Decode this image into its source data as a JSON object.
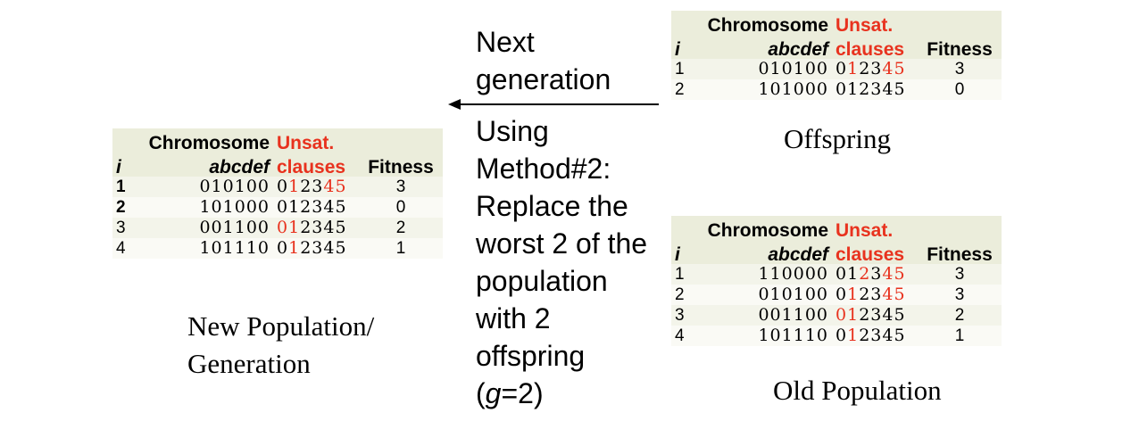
{
  "labels": {
    "next_generation": [
      "Next",
      "generation"
    ],
    "method": [
      "Using",
      "Method#2:",
      "Replace the",
      "worst 2 of the",
      "population",
      "with 2",
      "offspring"
    ],
    "g_open": "(",
    "g_var": "g",
    "g_rest": "=2)"
  },
  "headers": {
    "i": "i",
    "chromosome": "Chromosome",
    "abcdef": "abcdef",
    "unsat_1": "Unsat.",
    "unsat_2": "clauses",
    "fitness": "Fitness"
  },
  "offspring": {
    "caption": "Offspring",
    "rows": [
      {
        "i": "1",
        "chromosome": "010100",
        "clauses": [
          [
            "0",
            false
          ],
          [
            "1",
            true
          ],
          [
            "23",
            false
          ],
          [
            "45",
            true
          ]
        ],
        "fitness": "3"
      },
      {
        "i": "2",
        "chromosome": "101000",
        "clauses": [
          [
            "012345",
            false
          ]
        ],
        "fitness": "0"
      }
    ]
  },
  "old_population": {
    "caption": "Old Population",
    "rows": [
      {
        "i": "1",
        "chromosome": "110000",
        "clauses": [
          [
            "01",
            false
          ],
          [
            "2",
            true
          ],
          [
            "3",
            false
          ],
          [
            "45",
            true
          ]
        ],
        "fitness": "3"
      },
      {
        "i": "2",
        "chromosome": "010100",
        "clauses": [
          [
            "0",
            false
          ],
          [
            "1",
            true
          ],
          [
            "23",
            false
          ],
          [
            "45",
            true
          ]
        ],
        "fitness": "3"
      },
      {
        "i": "3",
        "chromosome": "001100",
        "clauses": [
          [
            "01",
            true
          ],
          [
            "2345",
            false
          ]
        ],
        "fitness": "2"
      },
      {
        "i": "4",
        "chromosome": "101110",
        "clauses": [
          [
            "0",
            false
          ],
          [
            "1",
            true
          ],
          [
            "2345",
            false
          ]
        ],
        "fitness": "1"
      }
    ]
  },
  "new_population": {
    "caption": [
      "New Population/",
      "Generation"
    ],
    "rows": [
      {
        "i": "1",
        "bold_i": true,
        "chromosome": "010100",
        "clauses": [
          [
            "0",
            false
          ],
          [
            "1",
            true
          ],
          [
            "23",
            false
          ],
          [
            "45",
            true
          ]
        ],
        "fitness": "3"
      },
      {
        "i": "2",
        "bold_i": true,
        "chromosome": "101000",
        "clauses": [
          [
            "012345",
            false
          ]
        ],
        "fitness": "0"
      },
      {
        "i": "3",
        "bold_i": false,
        "chromosome": "001100",
        "clauses": [
          [
            "01",
            true
          ],
          [
            "2345",
            false
          ]
        ],
        "fitness": "2"
      },
      {
        "i": "4",
        "bold_i": false,
        "chromosome": "101110",
        "clauses": [
          [
            "0",
            false
          ],
          [
            "1",
            true
          ],
          [
            "2345",
            false
          ]
        ],
        "fitness": "1"
      }
    ]
  },
  "colors": {
    "unsat_red": "#e8321e",
    "header_bg": "#ebeddb",
    "row_bg": "#f3f4ea"
  }
}
